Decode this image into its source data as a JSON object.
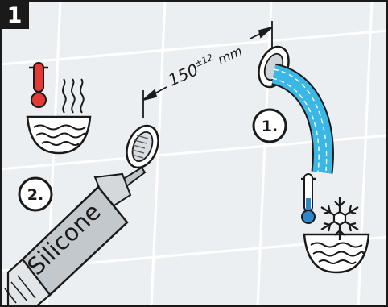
{
  "panel": {
    "step_number": "1"
  },
  "dimension": {
    "value": "150",
    "tolerance": "±12",
    "unit": "mm"
  },
  "callouts": [
    {
      "label": "1."
    },
    {
      "label": "2."
    }
  ],
  "tube": {
    "label": "Silicone"
  },
  "colors": {
    "wall": "#eceff1",
    "grid": "#ffffff",
    "hose": "#3bb7e6",
    "hot": "#e53935",
    "cold": "#2f86c8",
    "ink": "#1a1a1a"
  },
  "icons": {
    "hot": "thermometer-hot-water-icon",
    "cold": "thermometer-snowflake-cold-water-icon",
    "hose": "blue-hose-icon",
    "fitting_left": "wall-fitting-icon",
    "fitting_right": "wall-fitting-icon"
  }
}
